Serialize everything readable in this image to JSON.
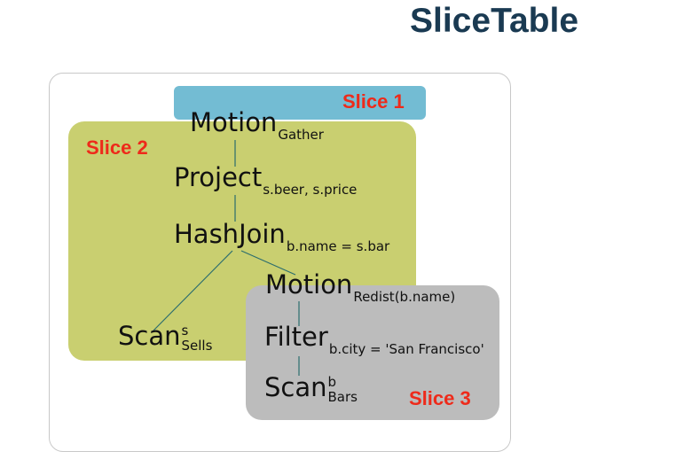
{
  "title": "SliceTable",
  "slices": {
    "slice1": {
      "label": "Slice 1",
      "color": "#73bcd3"
    },
    "slice2": {
      "label": "Slice 2",
      "color": "#c9cf70"
    },
    "slice3": {
      "label": "Slice 3",
      "color": "#bcbcbc"
    }
  },
  "label_color": "#ee2a1a",
  "nodes": {
    "motion_gather": {
      "name": "Motion",
      "sub": "Gather"
    },
    "project": {
      "name": "Project",
      "sub": "s.beer, s.price"
    },
    "hashjoin": {
      "name": "HashJoin",
      "sub": "b.name = s.bar"
    },
    "motion_redist": {
      "name": "Motion",
      "sub": "Redist(b.name)"
    },
    "scan_sells": {
      "name": "Scan",
      "sup": "s",
      "sub": "Sells"
    },
    "filter": {
      "name": "Filter",
      "sub": "b.city = 'San Francisco'"
    },
    "scan_bars": {
      "name": "Scan",
      "sup": "b",
      "sub": "Bars"
    }
  },
  "edges": [
    [
      "motion_gather",
      "project"
    ],
    [
      "project",
      "hashjoin"
    ],
    [
      "hashjoin",
      "scan_sells"
    ],
    [
      "hashjoin",
      "motion_redist"
    ],
    [
      "motion_redist",
      "filter"
    ],
    [
      "filter",
      "scan_bars"
    ]
  ]
}
